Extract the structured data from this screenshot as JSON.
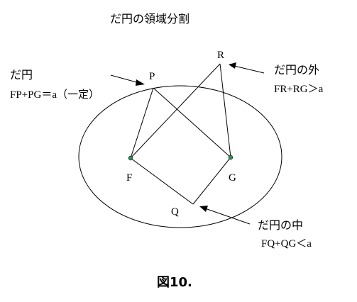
{
  "title": "だ円の領域分割",
  "caption": "図10.",
  "colors": {
    "stroke": "#000000",
    "focus_fill": "#2e8b57",
    "background": "#ffffff"
  },
  "points": {
    "P": "P",
    "F": "F",
    "G": "G",
    "Q": "Q",
    "R": "R"
  },
  "annotations": {
    "on_ellipse": {
      "heading": "だ円",
      "condition": "FP+PG＝a（一定）"
    },
    "outside": {
      "heading": "だ円の外",
      "condition": "FR+RG＞a"
    },
    "inside": {
      "heading": "だ円の中",
      "condition": "FQ+QG＜a"
    }
  }
}
